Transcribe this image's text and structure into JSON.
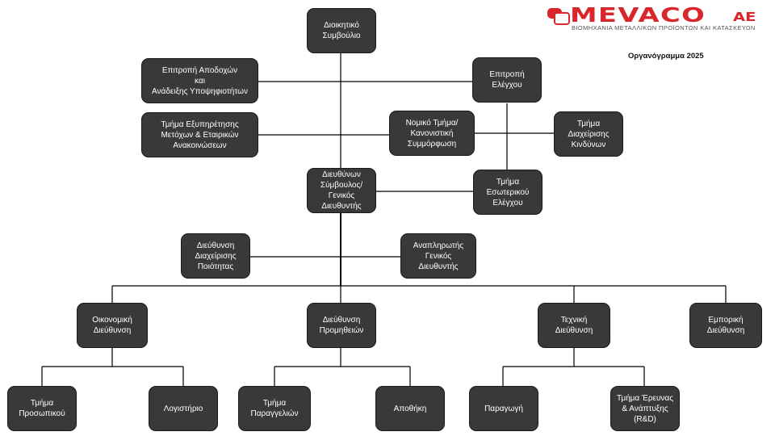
{
  "brand": {
    "name": "MEVACO",
    "suffix": "AE",
    "tagline": "ΒΙΟΜΗΧΑΝΙΑ ΜΕΤΑΛΛΙΚΩΝ ΠΡΟΪΟΝΤΩΝ ΚΑΙ ΚΑΤΑΣΚΕΥΩΝ",
    "color": "#d9262c"
  },
  "title": "Οργανόγραμμα 2025",
  "colors": {
    "node_fill": "#3a3838",
    "node_text": "#ffffff",
    "line": "#000000"
  },
  "nodes": {
    "board": "Διοικητικό\nΣυμβούλιο",
    "remuneration_committee": "Επιτροπή Αποδοχών\nκαι\nΑνάδειξης Υποψηφιοτήτων",
    "audit_committee": "Επιτροπή\nΕλέγχου",
    "shareholder_services": "Τμήμα Εξυπηρέτησης\nΜετόχων & Εταιρικών\nΑνακοινώσεων",
    "legal_compliance": "Νομικό Τμήμα/\nΚανονιστική\nΣυμμόρφωση",
    "risk_management": "Τμήμα\nΔιαχείρισης\nΚινδύνων",
    "ceo": "Διευθύνων\nΣύμβουλος/\nΓενικός\nΔιευθυντής",
    "internal_audit": "Τμήμα\nΕσωτερικού\nΕλέγχου",
    "quality_management": "Διεύθυνση\nΔιαχείρισης\nΠοιότητας",
    "deputy_gm": "Αναπληρωτής\nΓενικός\nΔιευθυντής",
    "finance": "Οικονομική\nΔιεύθυνση",
    "procurement": "Διεύθυνση\nΠρομηθειών",
    "technical": "Τεχνική\nΔιεύθυνση",
    "commercial": "Εμπορική\nΔιεύθυνση",
    "hr": "Τμήμα\nΠροσωπικού",
    "accounting": "Λογιστήριο",
    "orders": "Τμήμα\nΠαραγγελιών",
    "warehouse": "Αποθήκη",
    "production": "Παραγωγή",
    "rnd": "Τμήμα Έρευνας\n& Ανάπτυξης\n(R&D)"
  }
}
